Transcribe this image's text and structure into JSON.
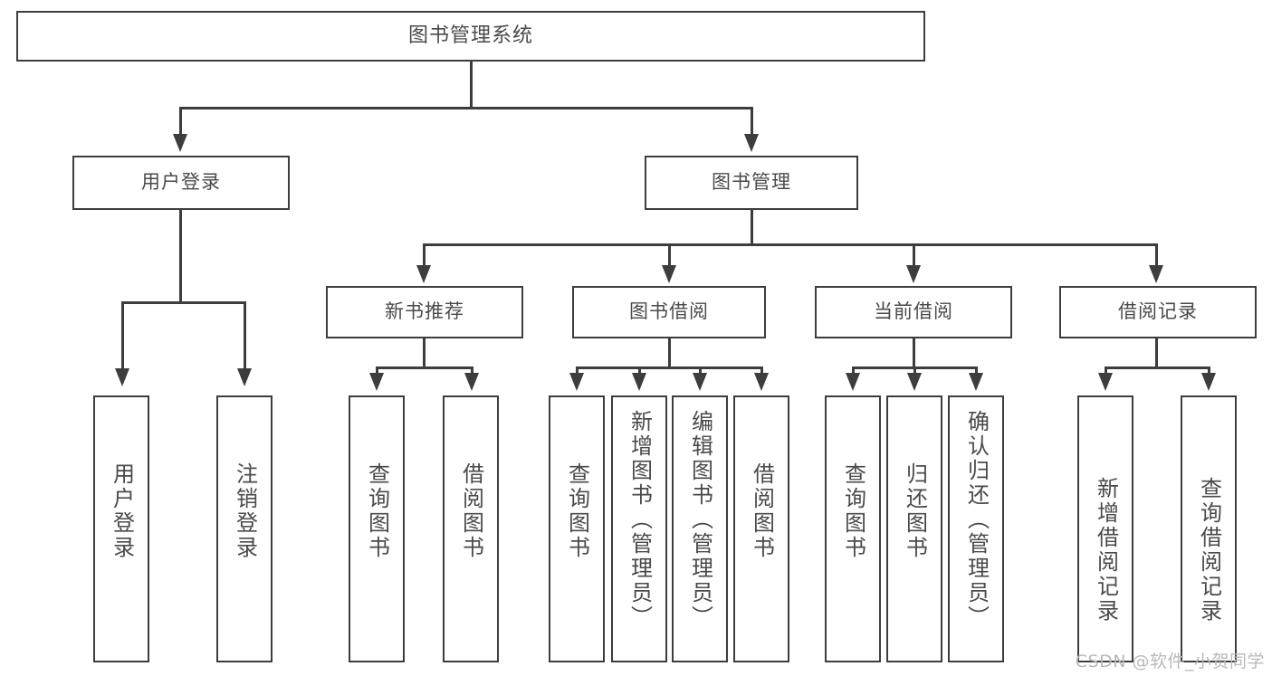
{
  "diagram": {
    "title": "图书管理系统",
    "root": {
      "label": "图书管理系统"
    },
    "level1": [
      {
        "label": "用户登录"
      },
      {
        "label": "图书管理"
      }
    ],
    "level2": [
      {
        "label": "新书推荐"
      },
      {
        "label": "图书借阅"
      },
      {
        "label": "当前借阅"
      },
      {
        "label": "借阅记录"
      }
    ],
    "leaves": {
      "user_login": [
        {
          "label": "用户登录"
        },
        {
          "label": "注销登录"
        }
      ],
      "new_book": [
        {
          "label": "查询图书"
        },
        {
          "label": "借阅图书"
        }
      ],
      "borrow_book": [
        {
          "label": "查询图书"
        },
        {
          "label": "新增图书（管理员）"
        },
        {
          "label": "编辑图书（管理员）"
        },
        {
          "label": "借阅图书"
        }
      ],
      "current_borrow": [
        {
          "label": "查询图书"
        },
        {
          "label": "归还图书"
        },
        {
          "label": "确认归还（管理员）"
        }
      ],
      "borrow_record": [
        {
          "label": "新增借阅记录"
        },
        {
          "label": "查询借阅记录"
        }
      ]
    }
  },
  "watermark": {
    "text": "CSDN @软件_小贺同学"
  },
  "colors": {
    "box_border": "#3d3d3d",
    "text": "#4a4a4a",
    "background": "#ffffff",
    "watermark": "#b9b9b9"
  }
}
